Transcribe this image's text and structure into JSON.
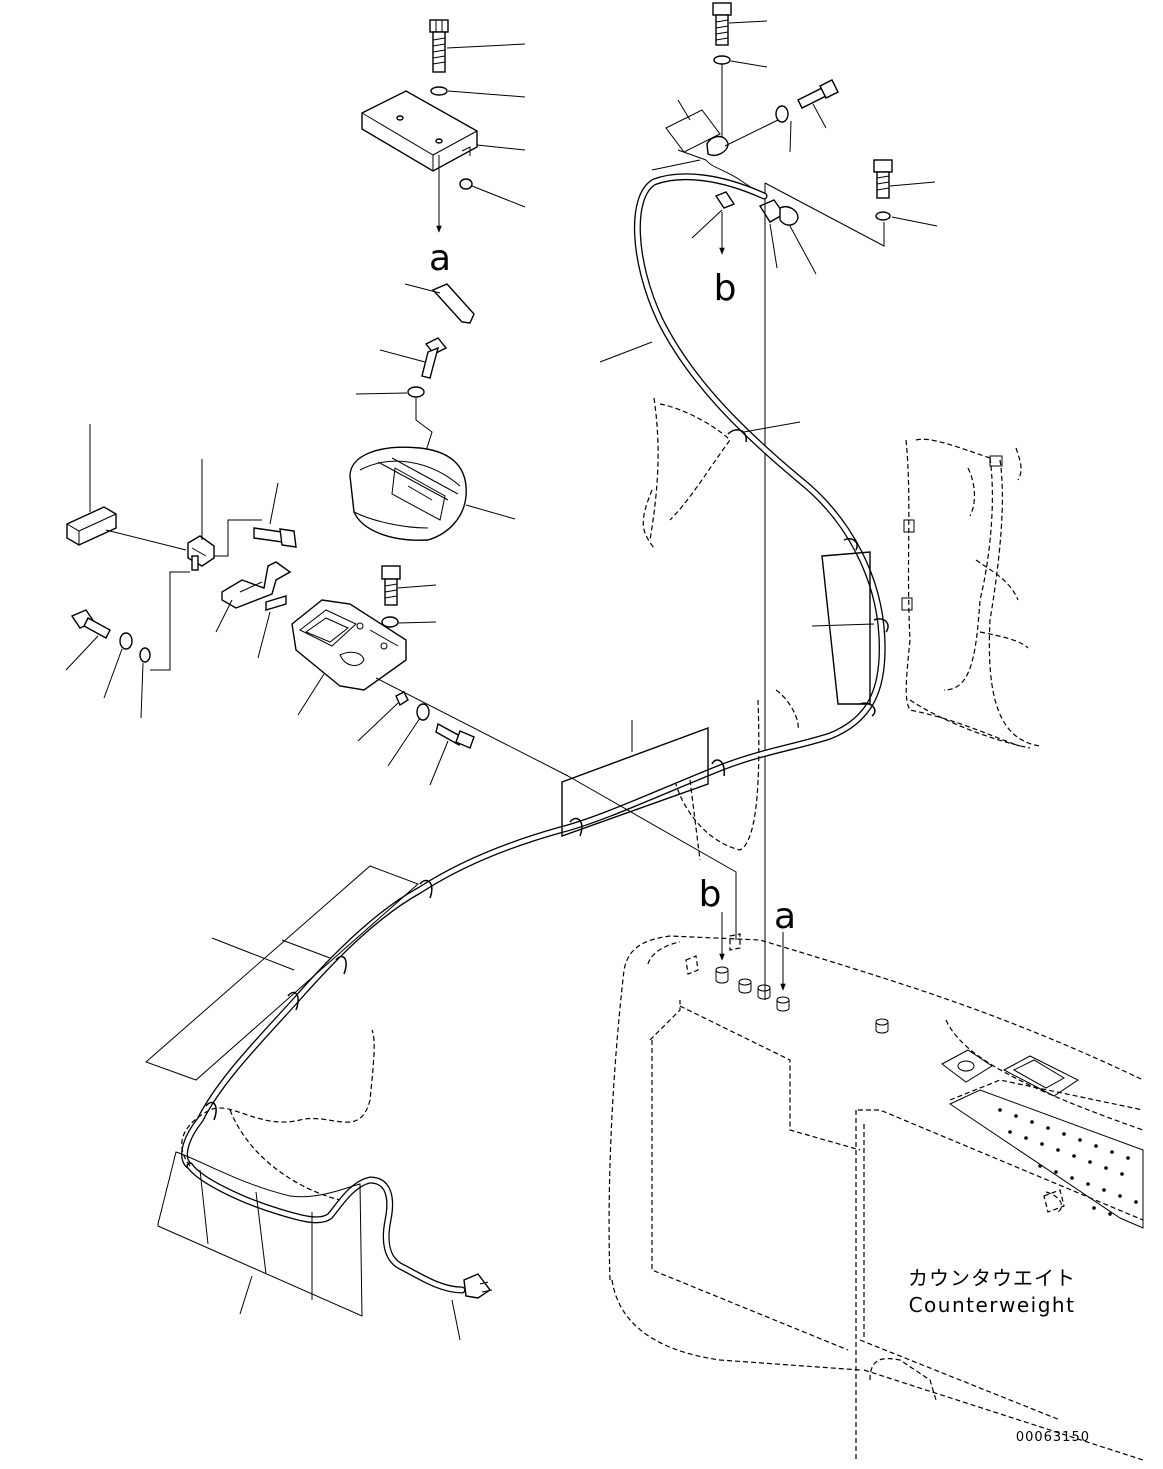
{
  "callouts": {
    "arrow_a_top": "a",
    "arrow_b_top": "b",
    "arrow_b_bottom": "b",
    "arrow_a_bottom": "a"
  },
  "part_label": {
    "japanese": "カウンタウエイト",
    "english": "Counterweight"
  },
  "drawing_number": "00063150"
}
